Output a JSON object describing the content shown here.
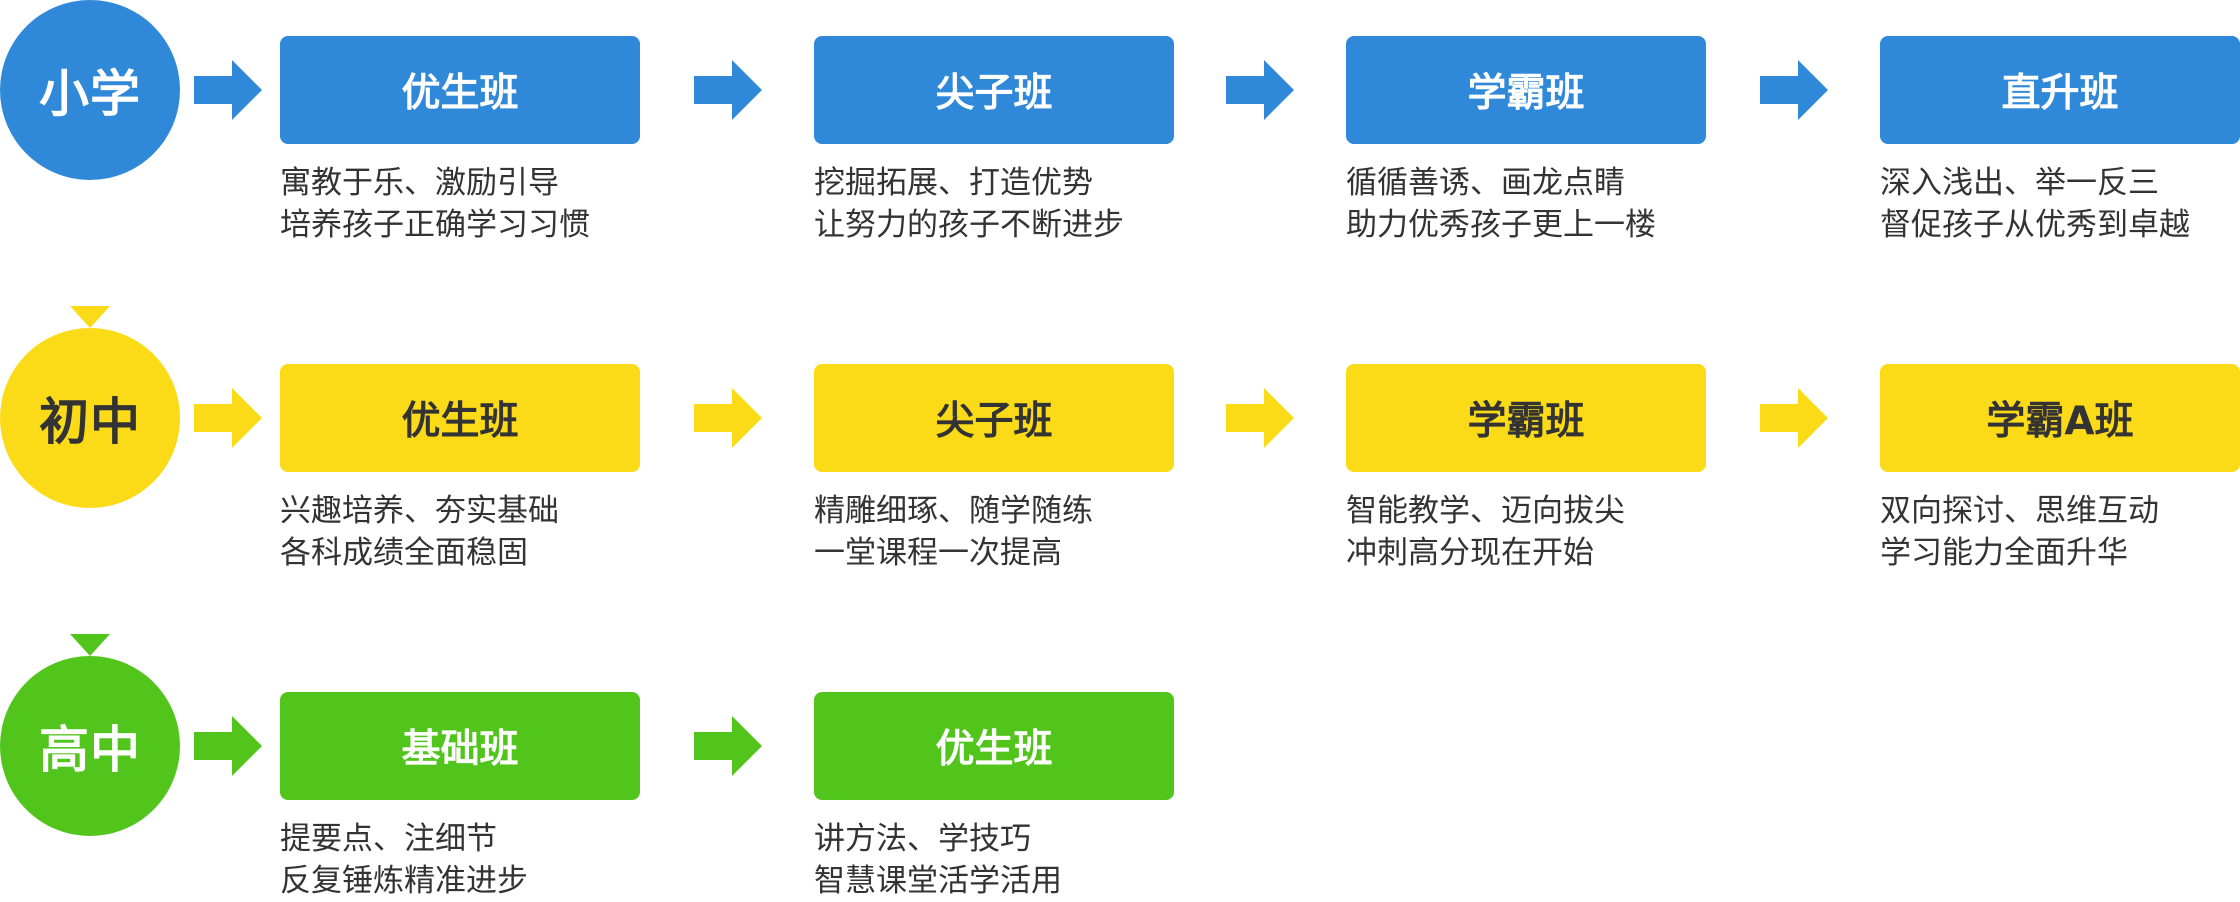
{
  "colors": {
    "blue": "#2f89d8",
    "yellow": "#fbdb17",
    "green": "#51c51c",
    "dark_text": "#333333",
    "white_text": "#ffffff"
  },
  "icons": {
    "step_arrow": "right-arrow-icon",
    "level_link": "dashed-down-arrow-icon"
  },
  "levels": [
    {
      "name": "小学",
      "color": "blue",
      "classes": [
        {
          "title": "优生班",
          "lines": [
            "寓教于乐、激励引导",
            "培养孩子正确学习习惯"
          ]
        },
        {
          "title": "尖子班",
          "lines": [
            "挖掘拓展、打造优势",
            "让努力的孩子不断进步"
          ]
        },
        {
          "title": "学霸班",
          "lines": [
            "循循善诱、画龙点睛",
            "助力优秀孩子更上一楼"
          ]
        },
        {
          "title": "直升班",
          "lines": [
            "深入浅出、举一反三",
            "督促孩子从优秀到卓越"
          ]
        }
      ]
    },
    {
      "name": "初中",
      "color": "yellow",
      "classes": [
        {
          "title": "优生班",
          "lines": [
            "兴趣培养、夯实基础",
            "各科成绩全面稳固"
          ]
        },
        {
          "title": "尖子班",
          "lines": [
            "精雕细琢、随学随练",
            "一堂课程一次提高"
          ]
        },
        {
          "title": "学霸班",
          "lines": [
            "智能教学、迈向拔尖",
            "冲刺高分现在开始"
          ]
        },
        {
          "title": "学霸A班",
          "lines": [
            "双向探讨、思维互动",
            "学习能力全面升华"
          ]
        }
      ]
    },
    {
      "name": "高中",
      "color": "green",
      "classes": [
        {
          "title": "基础班",
          "lines": [
            "提要点、注细节",
            "反复锤炼精准进步"
          ]
        },
        {
          "title": "优生班",
          "lines": [
            "讲方法、学技巧",
            "智慧课堂活学活用"
          ]
        }
      ]
    }
  ]
}
